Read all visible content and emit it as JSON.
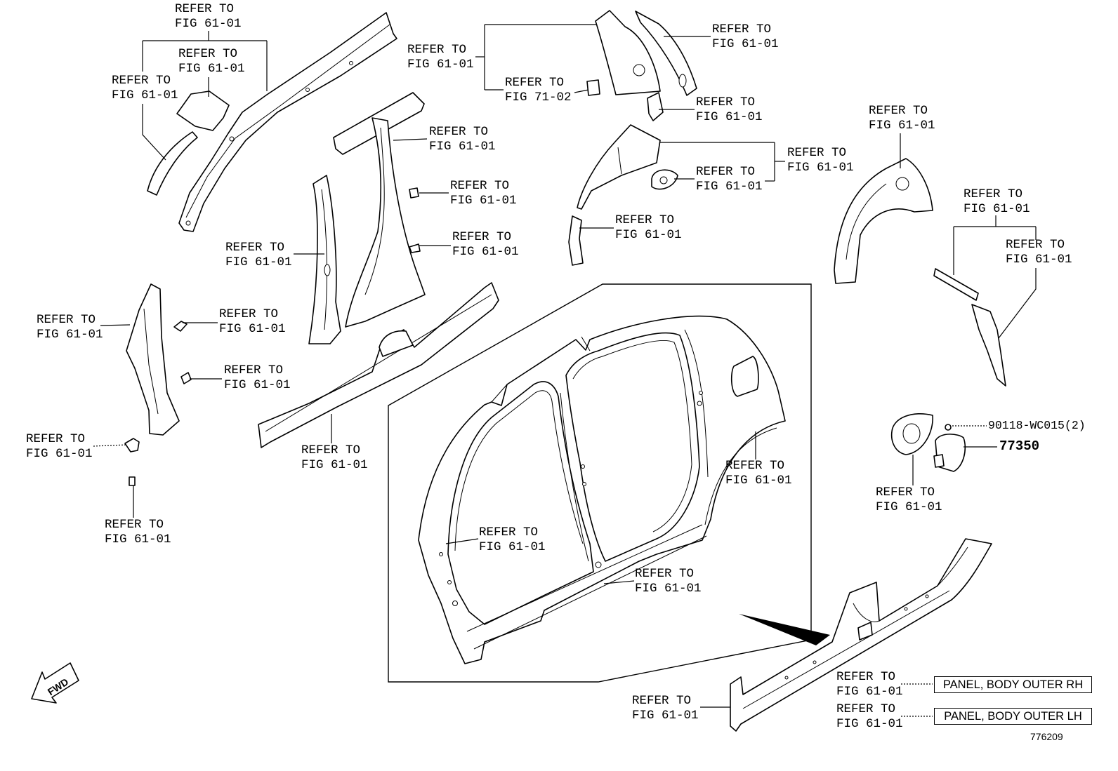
{
  "diagram": {
    "callouts": [
      {
        "line1": "REFER TO",
        "line2": "FIG 61-01"
      },
      {
        "line1": "REFER TO",
        "line2": "FIG 61-01"
      },
      {
        "line1": "REFER TO",
        "line2": "FIG 61-01"
      },
      {
        "line1": "REFER TO",
        "line2": "FIG 61-01"
      },
      {
        "line1": "REFER TO",
        "line2": "FIG 71-02"
      },
      {
        "line1": "REFER TO",
        "line2": "FIG 61-01"
      },
      {
        "line1": "REFER TO",
        "line2": "FIG 61-01"
      },
      {
        "line1": "REFER TO",
        "line2": "FIG 61-01"
      },
      {
        "line1": "REFER TO",
        "line2": "FIG 61-01"
      },
      {
        "line1": "REFER TO",
        "line2": "FIG 61-01"
      },
      {
        "line1": "REFER TO",
        "line2": "FIG 61-01"
      },
      {
        "line1": "REFER TO",
        "line2": "FIG 61-01"
      },
      {
        "line1": "REFER TO",
        "line2": "FIG 61-01"
      },
      {
        "line1": "REFER TO",
        "line2": "FIG 61-01"
      },
      {
        "line1": "REFER TO",
        "line2": "FIG 61-01"
      },
      {
        "line1": "REFER TO",
        "line2": "FIG 61-01"
      },
      {
        "line1": "REFER TO",
        "line2": "FIG 61-01"
      },
      {
        "line1": "REFER TO",
        "line2": "FIG 61-01"
      },
      {
        "line1": "REFER TO",
        "line2": "FIG 61-01"
      },
      {
        "line1": "REFER TO",
        "line2": "FIG 61-01"
      },
      {
        "line1": "REFER TO",
        "line2": "FIG 61-01"
      },
      {
        "line1": "REFER TO",
        "line2": "FIG 61-01"
      },
      {
        "line1": "REFER TO",
        "line2": "FIG 61-01"
      },
      {
        "line1": "REFER TO",
        "line2": "FIG 61-01"
      },
      {
        "line1": "REFER TO",
        "line2": "FIG 61-01"
      },
      {
        "line1": "REFER TO",
        "line2": "FIG 61-01"
      },
      {
        "line1": "REFER TO",
        "line2": "FIG 61-01"
      },
      {
        "line1": "REFER TO",
        "line2": "FIG 61-01"
      },
      {
        "line1": "REFER TO",
        "line2": "FIG 61-01"
      },
      {
        "line1": "REFER TO",
        "line2": "FIG 61-01"
      }
    ],
    "part_numbers": [
      {
        "text": "90118-WC015(2)"
      },
      {
        "text": "77350"
      }
    ],
    "named_parts": [
      {
        "text": "PANEL, BODY OUTER RH"
      },
      {
        "text": "PANEL, BODY OUTER LH"
      }
    ],
    "direction_marker": "FWD",
    "illustration_id": "776209"
  },
  "colors": {
    "line": "#000000",
    "background": "#ffffff"
  }
}
